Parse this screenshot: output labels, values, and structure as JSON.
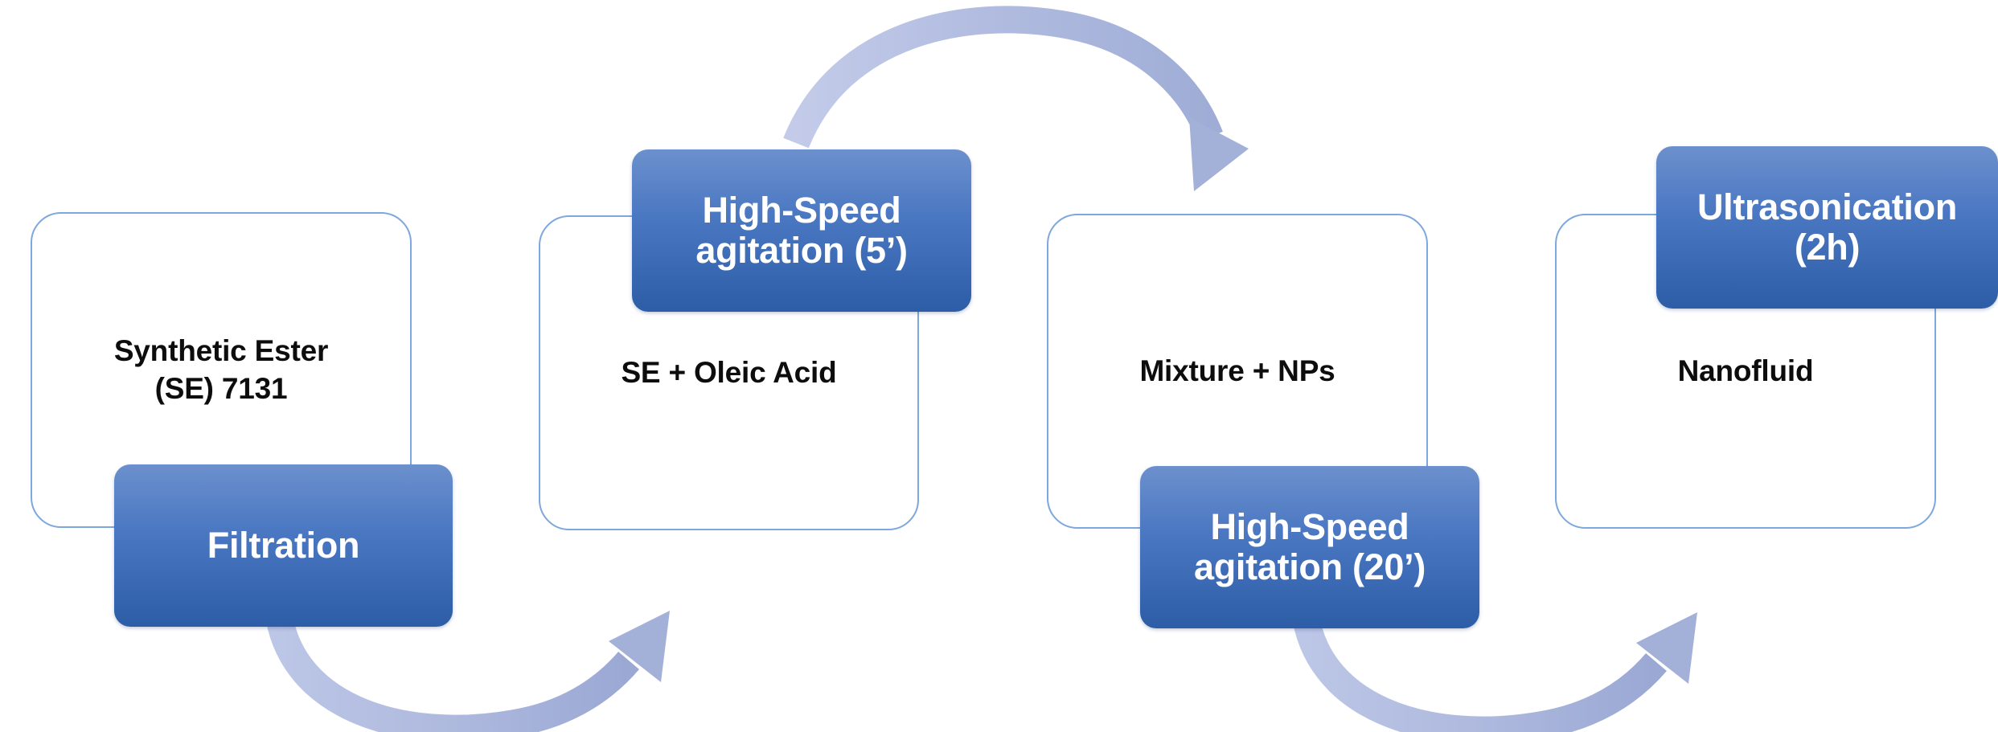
{
  "diagram": {
    "title": "Nanofluid preparation process flow",
    "type": "process-flow",
    "colors": {
      "stage_border": "#7da7dd",
      "stage_fill": "#ffffff",
      "stage_text": "#0d0d0d",
      "chip_gradient_top": "#6c90cd",
      "chip_gradient_bottom": "#2d5da6",
      "chip_text": "#ffffff",
      "arrow": "#aebbdf"
    },
    "stages": [
      {
        "id": "stage-1",
        "label": "Synthetic Ester\n(SE) 7131"
      },
      {
        "id": "stage-2",
        "label": "SE + Oleic Acid"
      },
      {
        "id": "stage-3",
        "label": "Mixture + NPs"
      },
      {
        "id": "stage-4",
        "label": "Nanofluid"
      }
    ],
    "processes": [
      {
        "id": "process-1",
        "label": "Filtration",
        "position": "bottom"
      },
      {
        "id": "process-2",
        "label": "High-Speed\nagitation (5’)",
        "position": "top"
      },
      {
        "id": "process-3",
        "label": "High-Speed\nagitation (20’)",
        "position": "bottom"
      },
      {
        "id": "process-4",
        "label": "Ultrasonication\n(2h)",
        "position": "top"
      }
    ],
    "connectors": [
      {
        "id": "arrow-1",
        "from": "process-1",
        "to": "stage-2",
        "direction": "down-then-right",
        "shape": "u-curve"
      },
      {
        "id": "arrow-2",
        "from": "process-2",
        "to": "stage-3",
        "direction": "up-then-right",
        "shape": "arc-over"
      },
      {
        "id": "arrow-3",
        "from": "process-3",
        "to": "stage-4",
        "direction": "down-then-right",
        "shape": "u-curve"
      }
    ]
  }
}
